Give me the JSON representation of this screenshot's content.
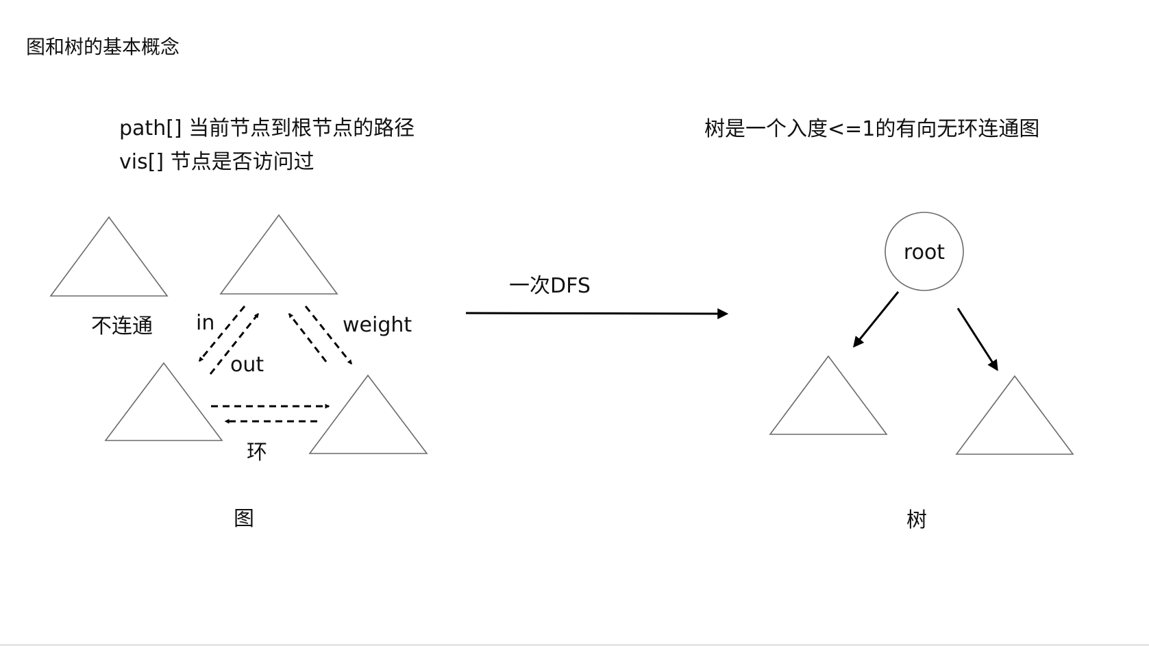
{
  "title": "图和树的基本概念",
  "notes": {
    "path": "path[] 当前节点到根节点的路径",
    "vis": "vis[] 节点是否访问过"
  },
  "tree_definition": "树是一个入度<=1的有向无环连通图",
  "graph": {
    "label_disconnected": "不连通",
    "label_in": "in",
    "label_out": "out",
    "label_weight": "weight",
    "label_cycle": "环",
    "caption": "图"
  },
  "transform_label": "一次DFS",
  "tree": {
    "root_label": "root",
    "caption": "树"
  }
}
